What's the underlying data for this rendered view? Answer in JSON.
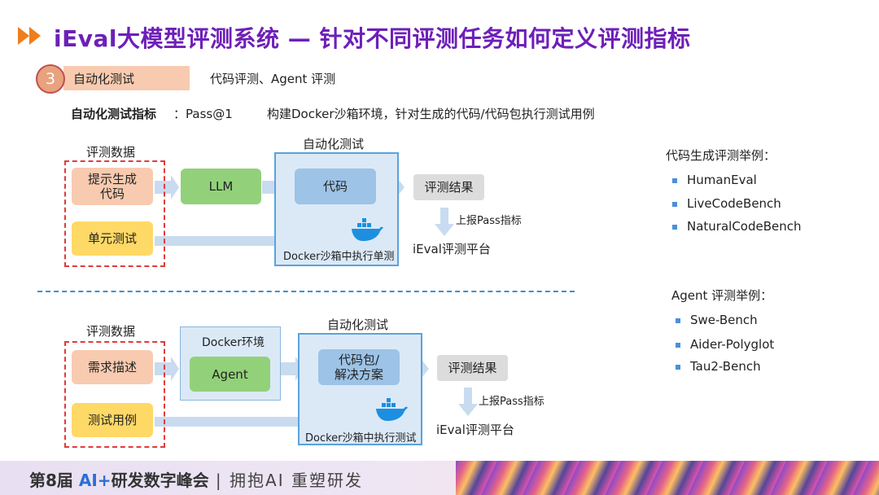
{
  "title": "iEval大模型评测系统 — 针对不同评测任务如何定义评测指标",
  "step": {
    "number": "3",
    "label": "自动化测试",
    "description": "代码评测、Agent 评测"
  },
  "metric": {
    "label": "自动化测试指标",
    "value": "：Pass@1",
    "description": "构建Docker沙箱环境，针对生成的代码/代码包执行测试用例"
  },
  "top_flow": {
    "data_title": "评测数据",
    "input1": "提示生成代码",
    "input1_line1": "提示生成",
    "input1_line2": "代码",
    "input2": "单元测试",
    "model": "LLM",
    "auto_title": "自动化测试",
    "artifact": "代码",
    "sandbox_caption": "Docker沙箱中执行单测",
    "result": "评测结果",
    "report": "上报Pass指标",
    "platform": "iEval评测平台"
  },
  "bottom_flow": {
    "data_title": "评测数据",
    "input1": "需求描述",
    "input2": "测试用例",
    "env_title": "Docker环境",
    "model": "Agent",
    "auto_title": "自动化测试",
    "artifact_line1": "代码包/",
    "artifact_line2": "解决方案",
    "sandbox_caption": "Docker沙箱中执行测试",
    "result": "评测结果",
    "report": "上报Pass指标",
    "platform": "iEval评测平台"
  },
  "code_examples": {
    "title": "代码生成评测举例：",
    "items": [
      "HumanEval",
      "LiveCodeBench",
      "NaturalCodeBench"
    ]
  },
  "agent_examples": {
    "title": "Agent 评测举例：",
    "items": [
      "Swe-Bench",
      "Aider-Polyglot",
      "Tau2-Bench"
    ]
  },
  "footer": {
    "prefix": "第8届 ",
    "ai": "AI+",
    "name": "研发数字峰会",
    "separator": " | ",
    "slogan": "拥抱AI 重塑研发"
  },
  "colors": {
    "title": "#6e1fb8",
    "accent_blue": "#3a8fd6",
    "dashed_red": "#e03c3c"
  }
}
